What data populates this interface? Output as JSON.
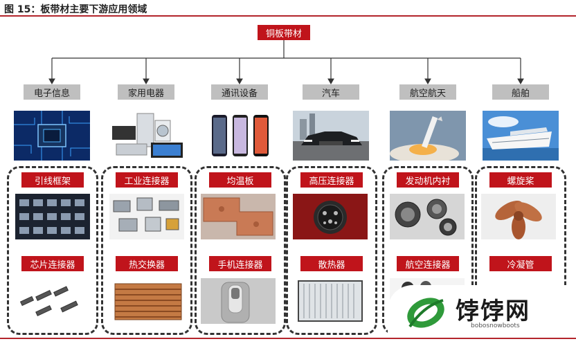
{
  "figure_title": "图 15：板带材主要下游应用领域",
  "root": "铜板带材",
  "categories": [
    {
      "label": "电子信息",
      "products": [
        "引线框架",
        "芯片连接器"
      ]
    },
    {
      "label": "家用电器",
      "products": [
        "工业连接器",
        "热交换器"
      ]
    },
    {
      "label": "通讯设备",
      "products": [
        "均温板",
        "手机连接器"
      ]
    },
    {
      "label": "汽车",
      "products": [
        "高压连接器",
        "散热器"
      ]
    },
    {
      "label": "航空航天",
      "products": [
        "发动机内衬",
        "航空连接器"
      ]
    },
    {
      "label": "船舶",
      "products": [
        "螺旋桨",
        "冷凝管"
      ]
    }
  ],
  "watermark": {
    "name": "饽饽网",
    "domain": "bobosnowboots"
  },
  "colors": {
    "accent_red": "#c0141b",
    "category_gray": "#bfbfbf",
    "rule": "#b3242b"
  }
}
